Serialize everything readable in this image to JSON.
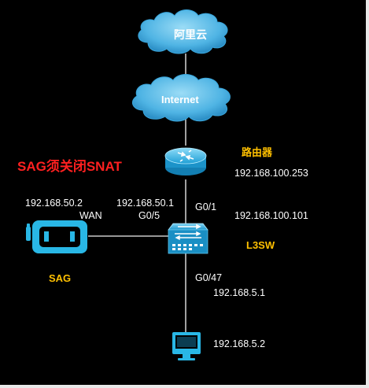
{
  "clouds": {
    "top": "阿里云",
    "internet": "Internet"
  },
  "note": "SAG须关闭SNAT",
  "router": {
    "name": "路由器",
    "ip": "192.168.100.253"
  },
  "l3sw": {
    "name": "L3SW",
    "port_uplink": "G0/1",
    "ip_uplink": "192.168.100.101",
    "port_sag": "G0/5",
    "ip_sag": "192.168.50.1",
    "port_lan": "G0/47",
    "ip_lan": "192.168.5.1"
  },
  "sag": {
    "name": "SAG",
    "ip": "192.168.50.2",
    "port": "WAN"
  },
  "pc": {
    "ip": "192.168.5.2"
  },
  "colors": {
    "background": "#000000",
    "device": "#29b7e6",
    "line": "#c8c8c8",
    "cloud": "#6ec8ef",
    "device_label": "#ffc000",
    "note": "#ff2020"
  }
}
